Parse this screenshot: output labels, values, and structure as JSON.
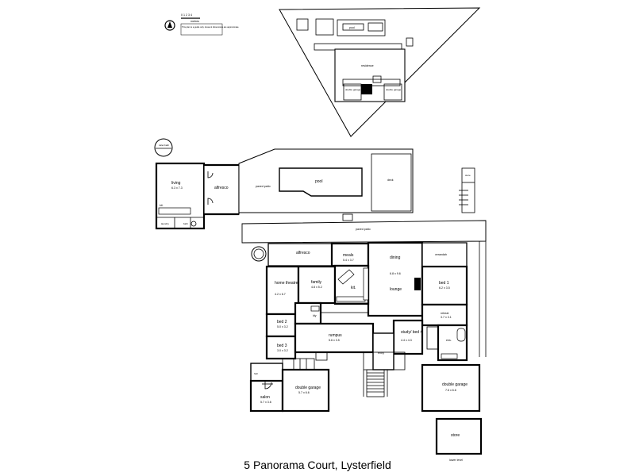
{
  "caption": "5 Panorama Court, Lysterfield",
  "site_plan": {
    "rooms": {
      "residence": "residence",
      "pool": "pool",
      "double_garage_left": "double garage",
      "double_garage_right": "double garage"
    }
  },
  "outbuilding": {
    "rooms": {
      "toilet_bath": "toilet bath",
      "living": "living",
      "living_dim": "6.3 x 7.3",
      "alfresco": "alfresco",
      "paved_patio": "paved patio",
      "pool": "pool",
      "deck": "deck",
      "kit": "kit.",
      "laundry": "laundry",
      "bath": "bath"
    }
  },
  "main_house": {
    "rooms": {
      "paved_patio": "paved patio",
      "alfresco": "alfresco",
      "meals": "meals",
      "meals_dim": "5.4 x 3.7",
      "dining": "dining",
      "lounge": "lounge",
      "lounge_dim": "6.8 x 9.6",
      "verandah": "verandah",
      "home_theatre": "home theatre",
      "home_theatre_dim": "4.2 x 6.7",
      "family": "family",
      "family_dim": "4.8 x 5.2",
      "kit": "kit.",
      "bed1": "bed 1",
      "bed1_dim": "6.2 x 3.5",
      "retreat": "retreat",
      "retreat_dim": "3.7 x 3.1",
      "ens": "ens.",
      "bed2": "bed 2",
      "bed2_dim": "5.0 x 3.2",
      "bed3": "bed 3",
      "bed3_dim": "3.0 x 3.2",
      "ldy": "ldy",
      "rumpus": "rumpus",
      "rumpus_dim": "5.6 x 3.5",
      "study_bed4": "study/ bed 4",
      "study_bed4_dim": "4.4 x 4.3",
      "entry": "entry",
      "hall": "hall",
      "salon": "salon",
      "salon_dim": "5.7 x 3.6",
      "double_garage_left": "double garage",
      "double_garage_left_dim": "5.7 x 6.6",
      "double_garage_right": "double garage",
      "double_garage_right_dim": "7.6 x 6.6",
      "store": "store",
      "lower_level": "lower level"
    }
  },
  "legend": {
    "scale_numbers": "0 1 2 3 4",
    "scale_unit": "metres",
    "note": "This plan is a guide only. Areas & dimensions are approximate."
  }
}
